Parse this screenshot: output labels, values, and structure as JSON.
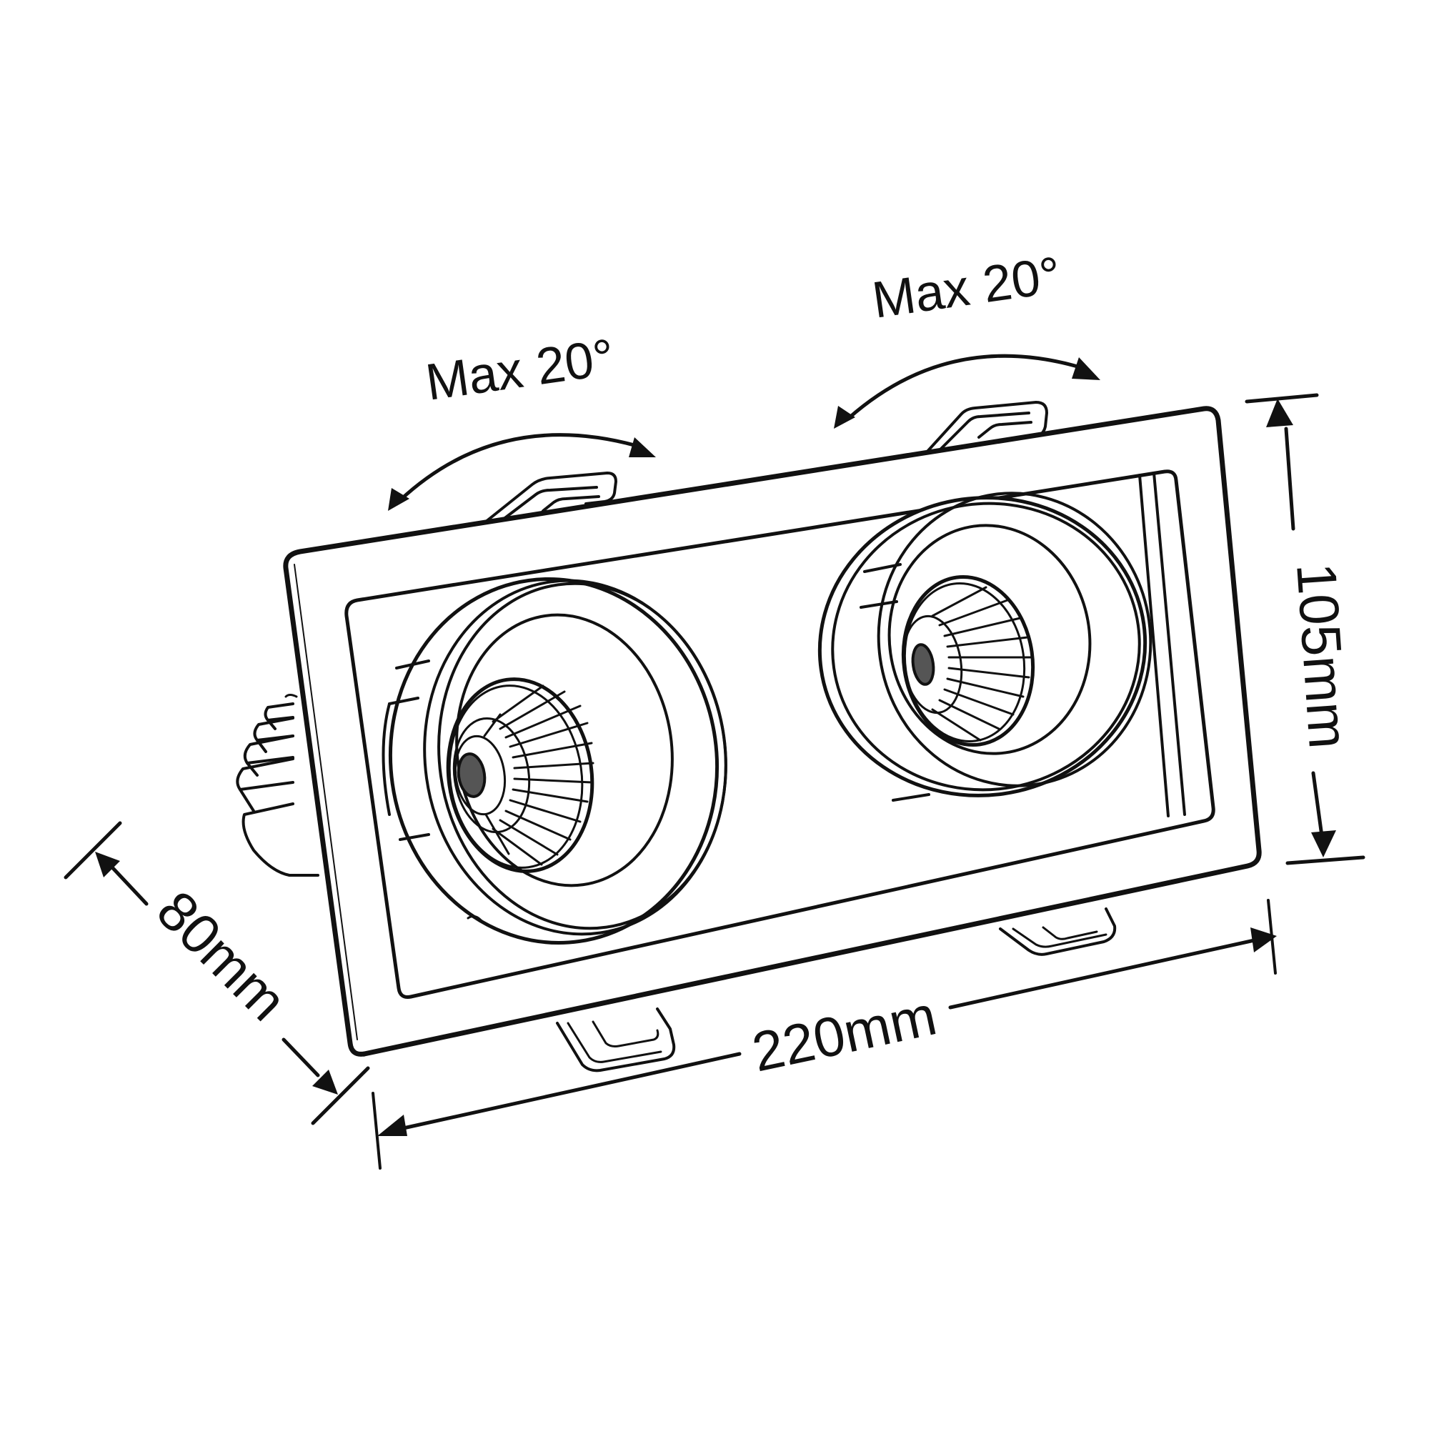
{
  "diagram": {
    "subject": "Twin-head adjustable recessed LED downlight",
    "colors": {
      "line": "#111111",
      "background": "#ffffff"
    },
    "tilt_labels": [
      {
        "id": "left",
        "text": "Max 20°"
      },
      {
        "id": "right",
        "text": "Max 20°"
      }
    ],
    "dimensions": {
      "width": {
        "text": "220mm",
        "value_mm": 220
      },
      "height": {
        "text": "105mm",
        "value_mm": 105
      },
      "depth": {
        "text": "80mm",
        "value_mm": 80
      }
    },
    "lamp_heads": [
      {
        "id": "left",
        "label": "lamp-head-left"
      },
      {
        "id": "right",
        "label": "lamp-head-right"
      }
    ]
  }
}
